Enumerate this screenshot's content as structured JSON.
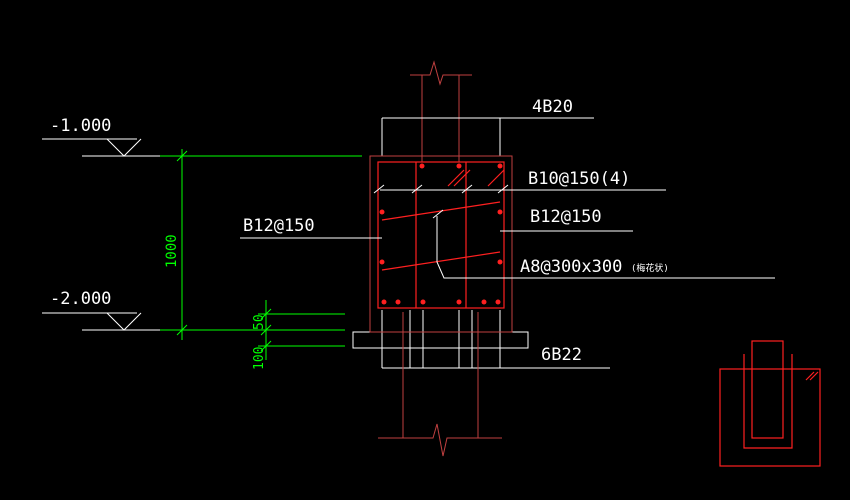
{
  "elevations": {
    "upper": "-1.000",
    "lower": "-2.000"
  },
  "dimensions": {
    "height_1000": "1000",
    "dim_50": "50",
    "dim_100": "100"
  },
  "labels": {
    "top_bars": "4B20",
    "stirrup": "B10@150(4)",
    "side_bars_right": "B12@150",
    "side_bars_left": "B12@150",
    "tie_bars": "A8@300x300",
    "tie_bars_note": "(梅花状)",
    "bottom_bars": "6B22"
  },
  "colors": {
    "background": "#000000",
    "outline": "#ffffff",
    "rebar": "#ff2020",
    "concrete_section": "#c04040",
    "dimension": "#00ff00",
    "text": "#ffffff"
  }
}
